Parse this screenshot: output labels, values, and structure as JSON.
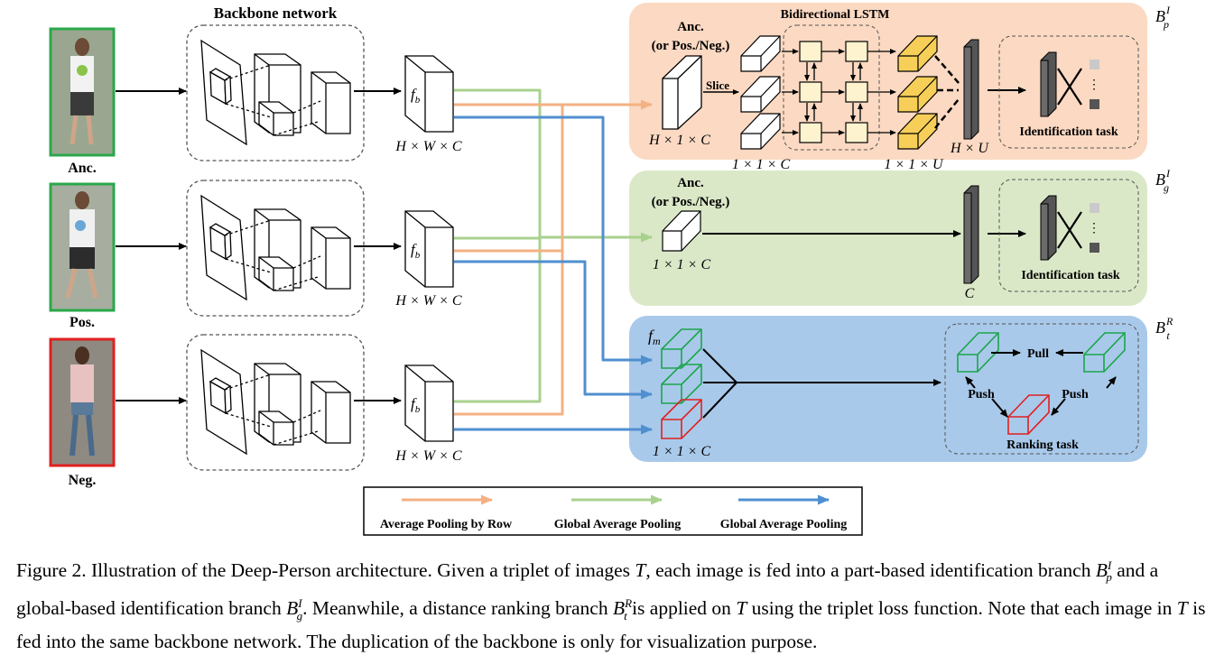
{
  "colors": {
    "orange_panel": "#fbd9c2",
    "green_panel": "#dbe8c8",
    "blue_panel": "#a9c9ea",
    "arrow_orange": "#f4b183",
    "arrow_green": "#a9d18e",
    "arrow_blue": "#4f8fcf",
    "anchor_frame": "#2aa84a",
    "negative_frame": "#e02020",
    "feature_green": "#1aa64a",
    "feature_red": "#e02020",
    "lstm_cell": "#fdf3cf",
    "lstm_output": "#f7cf58"
  },
  "images": {
    "anchor_label": "Anc.",
    "positive_label": "Pos.",
    "negative_label": "Neg."
  },
  "backbone": {
    "title": "Backbone network",
    "feature_name": "f",
    "feature_sub": "b",
    "dims": "H × W × C"
  },
  "part_branch": {
    "anchor_label": "Anc.",
    "anchor_sub": "(or Pos./Neg.)",
    "lstm_title": "Bidirectional LSTM",
    "slice_label": "Slice",
    "input_dims": "H × 1 × C",
    "slice_dims": "1 × 1 × C",
    "output_dims": "1 × 1 × U",
    "concat_dims": "H × U",
    "task": "Identification task",
    "branch_name": "B",
    "branch_sub": "p",
    "branch_sup": "I"
  },
  "global_branch": {
    "anchor_label": "Anc.",
    "anchor_sub": "(or Pos./Neg.)",
    "input_dims": "1 × 1 × C",
    "fc_dims": "C",
    "task": "Identification task",
    "branch_name": "B",
    "branch_sub": "g",
    "branch_sup": "I"
  },
  "ranking_branch": {
    "feature_name": "f",
    "feature_sub": "m",
    "input_dims": "1 × 1 × C",
    "pull_label": "Pull",
    "push_left_label": "Push",
    "push_right_label": "Push",
    "task": "Ranking task",
    "branch_name": "B",
    "branch_sub": "t",
    "branch_sup": "R"
  },
  "legend": {
    "orange_label": "Average Pooling by Row",
    "green_label": "Global Average Pooling",
    "blue_label": "Global Average Pooling"
  },
  "caption": {
    "prefix": "Figure 2. Illustration of the Deep-Person architecture. Given a triplet of images",
    "t1": "T",
    "part1": ", each image is fed into a part-based identification branch",
    "bp": "B",
    "bp_sup": "I",
    "bp_sub": "p",
    "part2": "and a global-based identification branch",
    "bg": "B",
    "bg_sup": "I",
    "bg_sub": "g",
    "part3": ". Meanwhile, a distance ranking branch",
    "bt": "B",
    "bt_sup": "R",
    "bt_sub": "t",
    "part4": "is applied on",
    "t2": "T",
    "part5": "using the triplet loss function. Note that each image in",
    "t3": "T",
    "part6": "is fed into the same backbone network. The duplication of the backbone is only for visualization purpose."
  }
}
